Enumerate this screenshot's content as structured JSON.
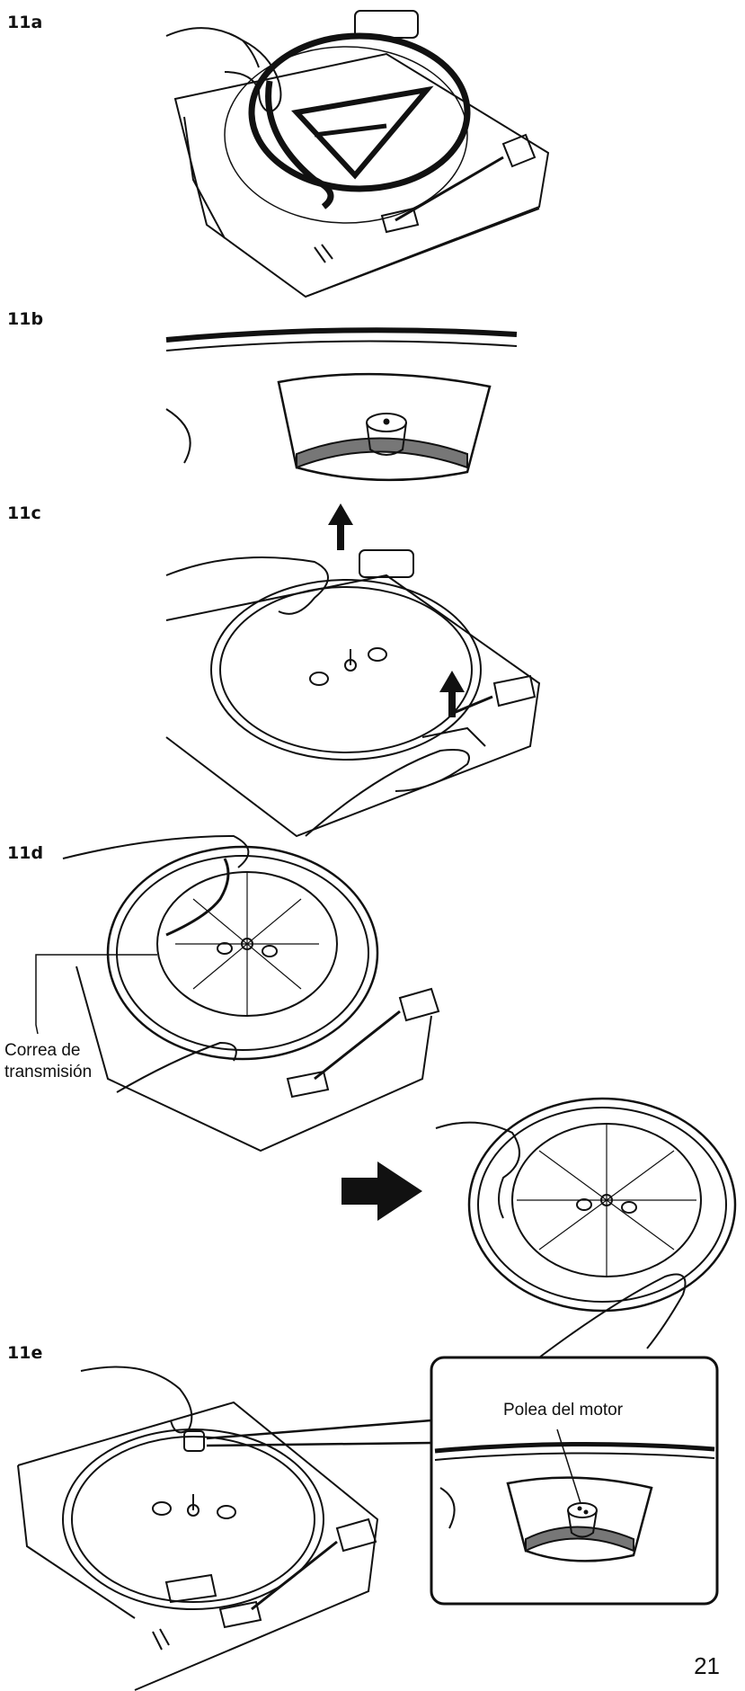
{
  "steps": [
    {
      "id": "11a",
      "label": "11a"
    },
    {
      "id": "11b",
      "label": "11b"
    },
    {
      "id": "11c",
      "label": "11c"
    },
    {
      "id": "11d",
      "label": "11d"
    },
    {
      "id": "11e",
      "label": "11e"
    }
  ],
  "callouts": {
    "drive_belt": "Correa de\ntransmisión",
    "motor_pulley": "Polea del motor"
  },
  "page_number": "21"
}
